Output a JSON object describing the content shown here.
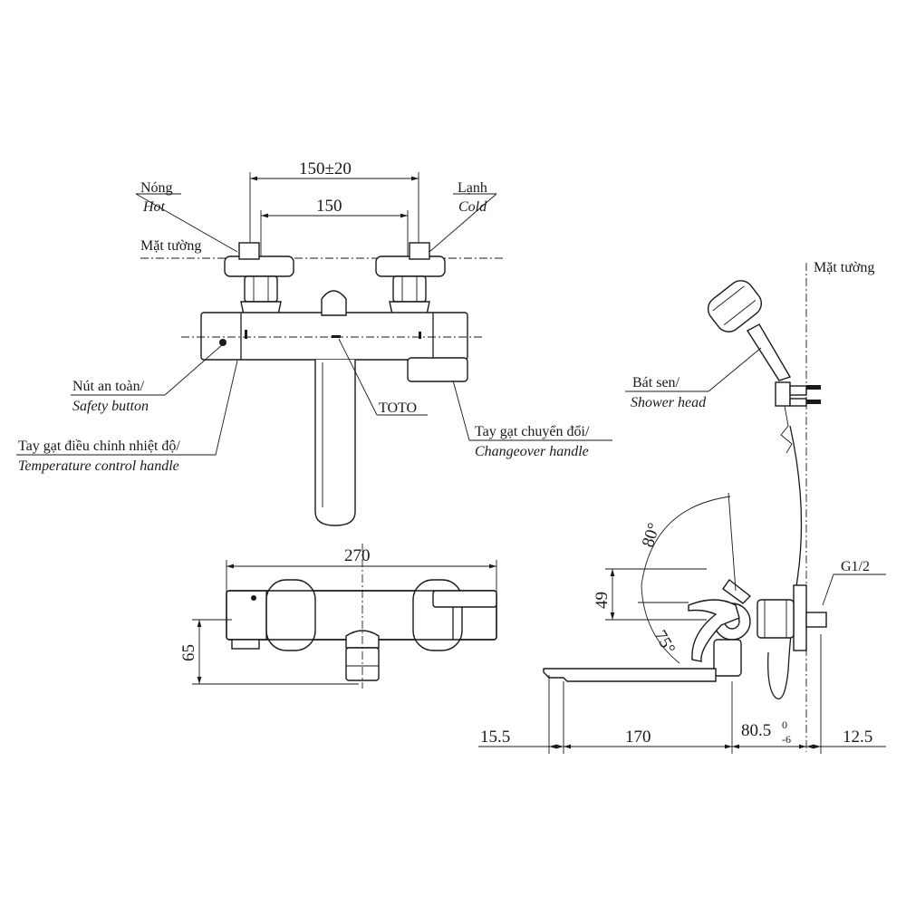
{
  "labels": {
    "hot_vi": "Nóng",
    "hot_en": "Hot",
    "cold_vi": "Lạnh",
    "cold_en": "Cold",
    "wall_top": "Mặt tường",
    "wall_side": "Mặt tường",
    "safety_vi": "Nút an toàn/",
    "safety_en": "Safety button",
    "temp_vi": "Tay gạt điều chỉnh nhiệt độ/",
    "temp_en": "Temperature control handle",
    "brand": "TOTO",
    "changeover_vi": "Tay gạt chuyển đổi/",
    "changeover_en": "Changeover handle",
    "shower_vi": "Bát sen/",
    "shower_en": "Shower head",
    "thread": "G1/2"
  },
  "dimensions": {
    "inlet_spacing_tol": "150±20",
    "inlet_spacing": "150",
    "body_width": "270",
    "body_height": "65",
    "handle_offset": "49",
    "angle_up": "80°",
    "angle_down": "75°",
    "spout_tip": "15.5",
    "spout_length": "170",
    "wall_depth": "80.5",
    "wall_depth_tol_upper": "0",
    "wall_depth_tol_lower": "-6",
    "wall_gap": "12.5"
  }
}
